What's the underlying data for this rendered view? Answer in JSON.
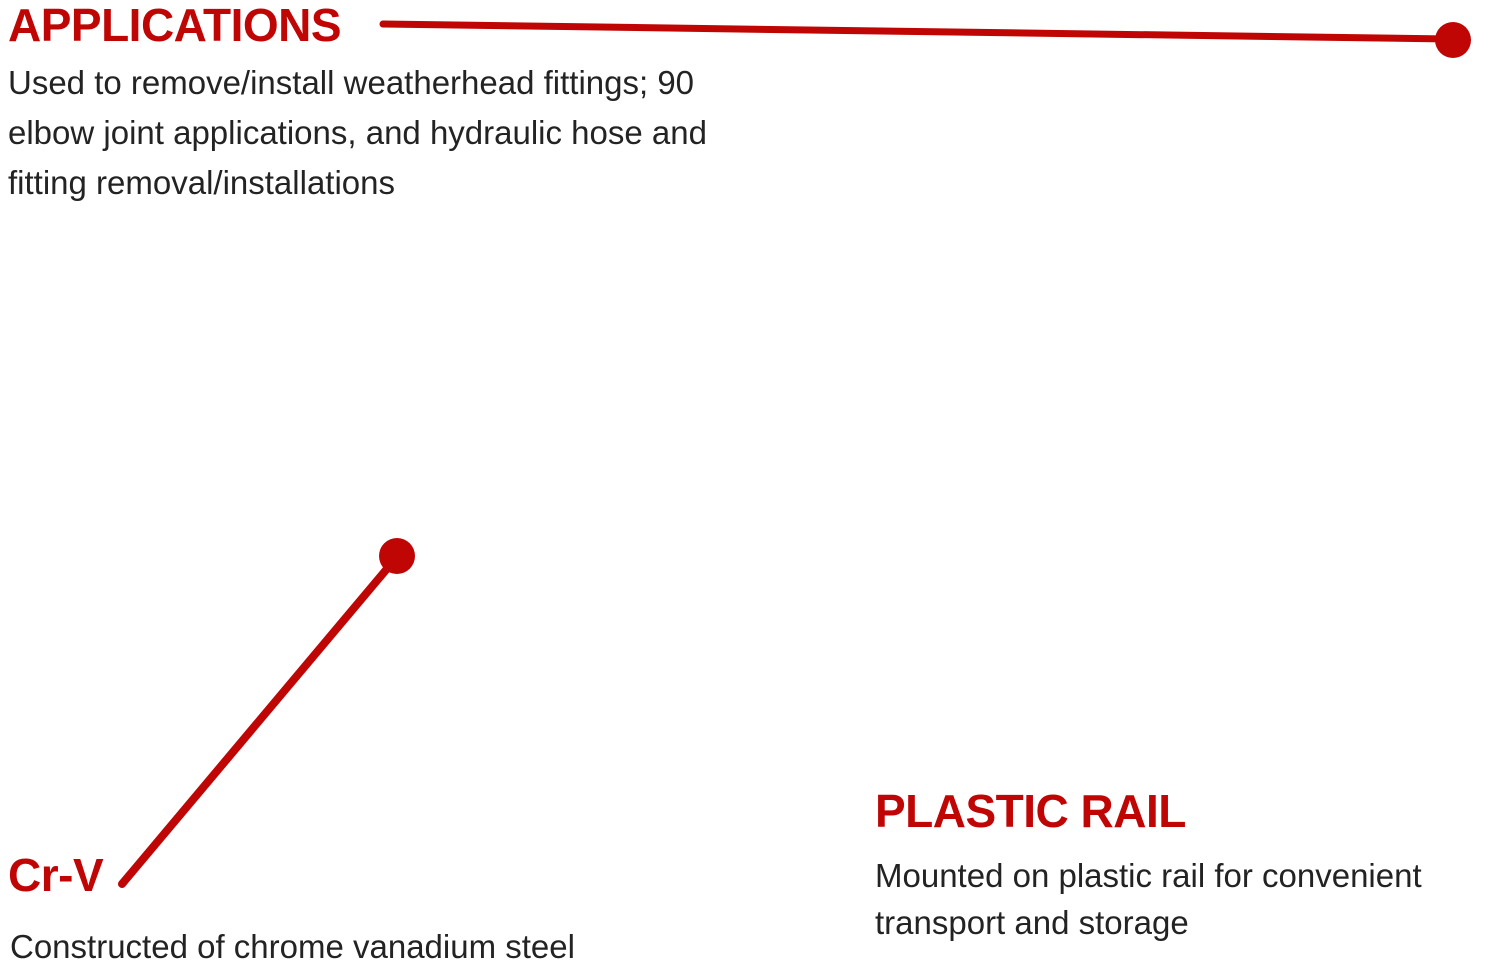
{
  "colors": {
    "accent": "#c00505",
    "text": "#232323",
    "background": "#ffffff"
  },
  "callouts": {
    "applications": {
      "title": "APPLICATIONS",
      "description": "Used to remove/install weatherhead fittings; 90 elbow joint applications, and hydraulic hose and fitting removal/installations",
      "description_lines": [
        "Used to remove/install weatherhead fittings; 90",
        "elbow joint applications, and hydraulic hose and",
        "fitting removal/installations"
      ]
    },
    "crv": {
      "title": "Cr-V",
      "description": "Constructed of chrome vanadium steel",
      "description_lines": [
        "Constructed of chrome vanadium steel"
      ]
    },
    "plastic_rail": {
      "title": "PLASTIC RAIL",
      "description": "Mounted on plastic rail for convenient transport and storage",
      "description_lines": [
        "Mounted on plastic rail for convenient",
        "transport and storage"
      ]
    }
  }
}
